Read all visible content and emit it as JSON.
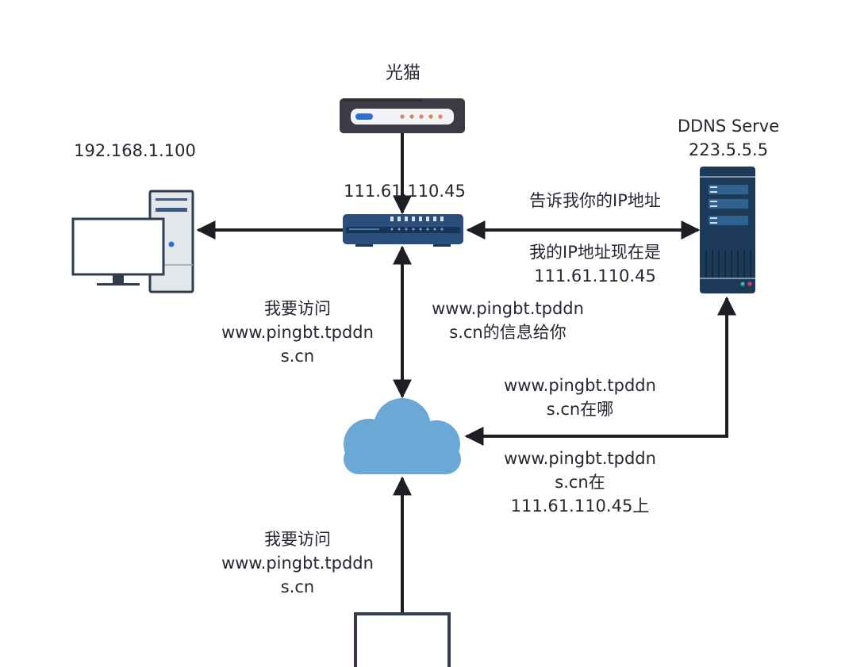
{
  "colors": {
    "line": "#1f1c24",
    "modem_body": "#3c3b45",
    "modem_panel": "#f2f3f5",
    "modem_led_blue": "#2f6fd1",
    "modem_led_orange": "#d9825f",
    "switch_body": "#2a4f7c",
    "switch_panel": "#173454",
    "pc_outline": "#2f3d4f",
    "pc_tower": "#e3e6eb",
    "pc_tower_accent": "#3b5b80",
    "pc_led": "#2f6fd1",
    "server_body": "#1d3a58",
    "server_drive": "#2f628f",
    "server_led_green": "#3bb39a",
    "server_led_red": "#c8475d",
    "cloud": "#6aa8d6"
  },
  "nodes": {
    "modem": {
      "label": "光猫"
    },
    "router": {
      "label": "111.61.110.45"
    },
    "pc": {
      "label": "192.168.1.100"
    },
    "ddns": {
      "label_line1": "DDNS Serve",
      "label_line2": "223.5.5.5"
    },
    "cloud": {
      "label": ""
    },
    "client": {
      "label": ""
    }
  },
  "edges": {
    "router_to_ddns": {
      "label": "告诉我你的IP地址"
    },
    "ddns_to_router": {
      "line1": "我的IP地址现在是",
      "line2": "111.61.110.45"
    },
    "router_to_cloud_left": {
      "line1": "我要访问",
      "line2": "www.pingbt.tpddn",
      "line3": "s.cn"
    },
    "router_to_cloud_right": {
      "line1": "www.pingbt.tpddn",
      "line2": "s.cn的信息给你"
    },
    "cloud_to_ddns_query": {
      "line1": "www.pingbt.tpddn",
      "line2": "s.cn在哪"
    },
    "ddns_to_cloud_answer": {
      "line1": "www.pingbt.tpddn",
      "line2": "s.cn在",
      "line3": "111.61.110.45上"
    },
    "client_to_cloud": {
      "line1": "我要访问",
      "line2": "www.pingbt.tpddn",
      "line3": "s.cn"
    }
  }
}
